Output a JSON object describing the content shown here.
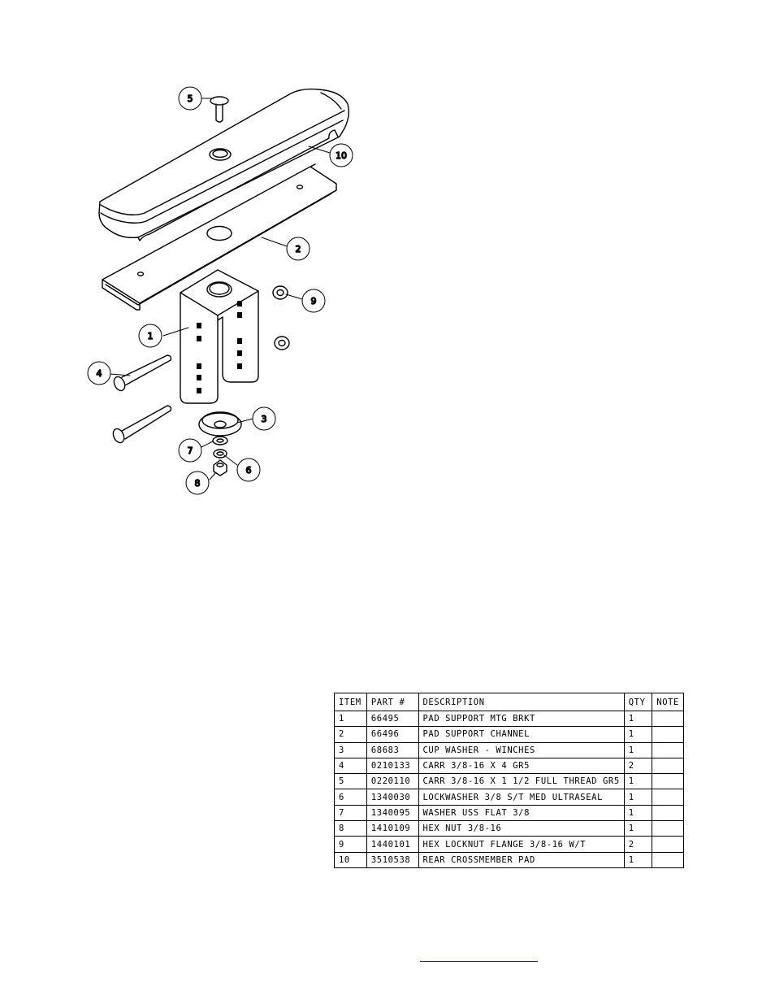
{
  "callouts": [
    "1",
    "2",
    "3",
    "4",
    "5",
    "6",
    "7",
    "8",
    "9",
    "10"
  ],
  "bom": {
    "headers": [
      "ITEM",
      "PART #",
      "DESCRIPTION",
      "QTY",
      "NOTE"
    ],
    "rows": [
      [
        "1",
        "66495",
        "PAD SUPPORT MTG BRKT",
        "1",
        ""
      ],
      [
        "2",
        "66496",
        "PAD SUPPORT CHANNEL",
        "1",
        ""
      ],
      [
        "3",
        "68683",
        "CUP WASHER - WINCHES",
        "1",
        ""
      ],
      [
        "4",
        "0210133",
        "CARR 3/8-16 X 4 GR5",
        "2",
        ""
      ],
      [
        "5",
        "0220110",
        "CARR 3/8-16 X 1 1/2 FULL THREAD GR5",
        "1",
        ""
      ],
      [
        "6",
        "1340030",
        "LOCKWASHER 3/8 S/T MED ULTRASEAL",
        "1",
        ""
      ],
      [
        "7",
        "1340095",
        "WASHER USS FLAT 3/8",
        "1",
        ""
      ],
      [
        "8",
        "1410109",
        "HEX NUT 3/8-16",
        "1",
        ""
      ],
      [
        "9",
        "1440101",
        "HEX LOCKNUT FLANGE 3/8-16 W/T",
        "2",
        ""
      ],
      [
        "10",
        "3510538",
        "REAR CROSSMEMBER PAD",
        "1",
        ""
      ]
    ]
  },
  "colors": {
    "line": "#000000",
    "link": "#0000ee"
  }
}
